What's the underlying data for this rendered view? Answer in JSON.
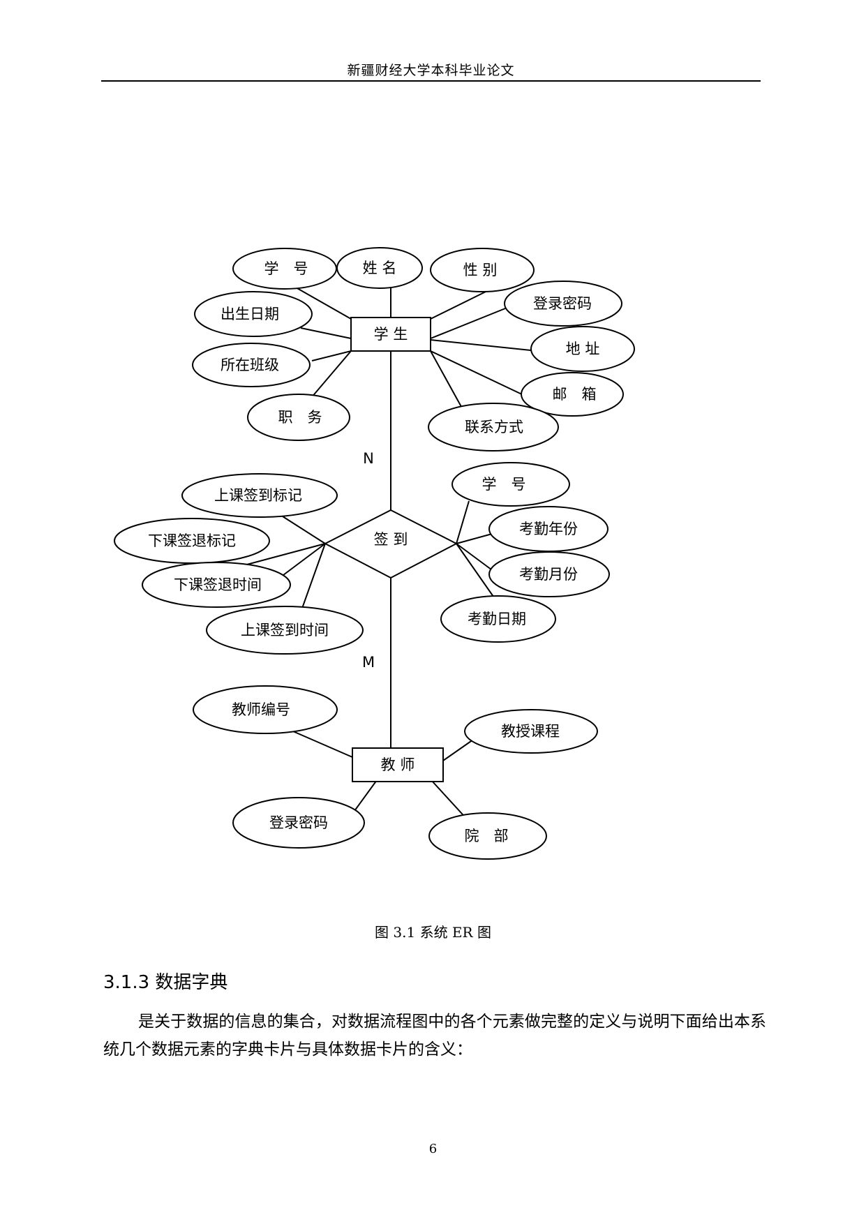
{
  "header": {
    "title": "新疆财经大学本科毕业论文"
  },
  "diagram": {
    "entities": {
      "student": "学 生",
      "teacher": "教 师"
    },
    "relationship": "签 到",
    "cardinality": {
      "student_side": "N",
      "teacher_side": "M"
    },
    "student_attributes": {
      "student_id": "学　号",
      "name": "姓 名",
      "gender": "性 别",
      "birth_date": "出生日期",
      "class": "所在班级",
      "position": "职　务",
      "password": "登录密码",
      "address": "地 址",
      "email": "邮　箱",
      "contact": "联系方式"
    },
    "signin_attributes": {
      "class_signin_flag": "上课签到标记",
      "class_signout_flag": "下课签退标记",
      "class_signout_time": "下课签退时间",
      "class_signin_time": "上课签到时间",
      "student_id": "学　号",
      "attendance_year": "考勤年份",
      "attendance_month": "考勤月份",
      "attendance_date": "考勤日期"
    },
    "teacher_attributes": {
      "teacher_id": "教师编号",
      "course": "教授课程",
      "password": "登录密码",
      "department": "院　部"
    }
  },
  "caption": "图 3.1 系统  ER 图",
  "section": {
    "heading": "3.1.3 数据字典",
    "paragraph": "是关于数据的信息的集合，对数据流程图中的各个元素做完整的定义与说明下面给出本系统几个数据元素的字典卡片与具体数据卡片的含义："
  },
  "page_number": "6"
}
